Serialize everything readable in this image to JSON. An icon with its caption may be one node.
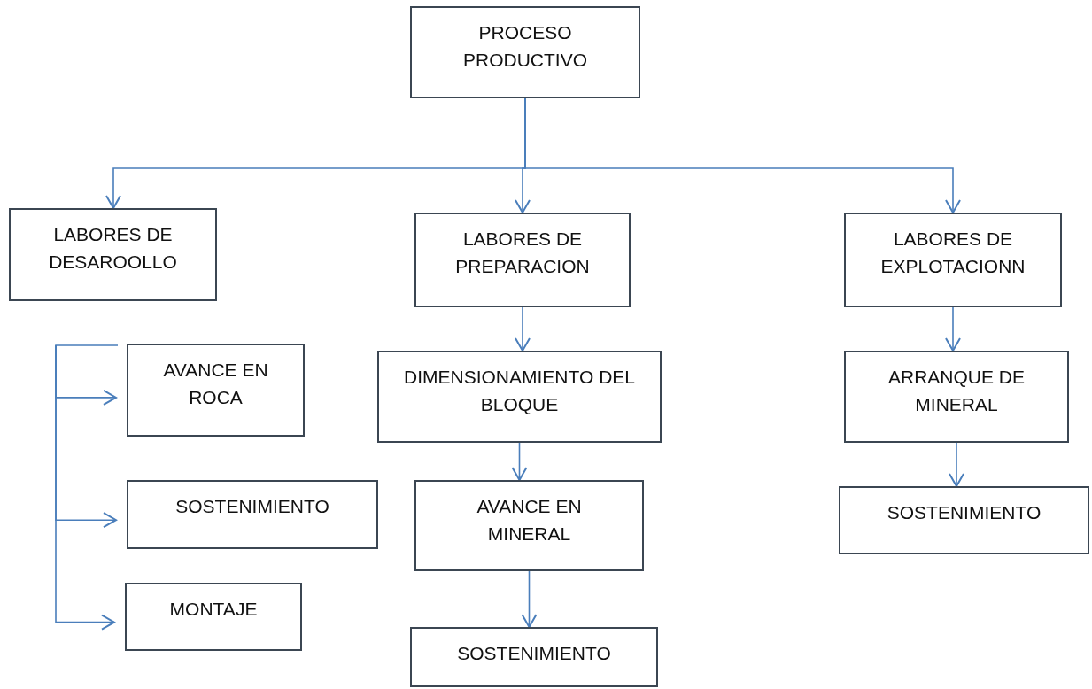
{
  "diagram": {
    "nodes": [
      {
        "text": [
          "PROCESO PRODUCTIVO"
        ]
      },
      {
        "text": [
          "LABORES DE DESAROOLLO"
        ]
      },
      {
        "text": [
          "LABORES DE PREPARACION"
        ]
      },
      {
        "text": [
          "LABORES DE EXPLOTACIONN"
        ]
      },
      {
        "text": [
          "AVANCE EN ROCA"
        ]
      },
      {
        "text": [
          "DIMENSIONAMIENTO DEL BLOQUE"
        ]
      },
      {
        "text": [
          "ARRANQUE DE MINERAL"
        ]
      },
      {
        "text": [
          "SOSTENIMIENTO"
        ]
      },
      {
        "text": [
          "AVANCE EN MINERAL"
        ]
      },
      {
        "text": [
          "SOSTENIMIENTO"
        ]
      },
      {
        "text": [
          "MONTAJE"
        ]
      },
      {
        "text": [
          "SOSTENIMIENTO"
        ]
      }
    ],
    "edges": [
      {
        "from": 0,
        "to": 1,
        "arrow": "to"
      },
      {
        "from": 0,
        "to": 2,
        "arrow": "to"
      },
      {
        "from": 0,
        "to": 3,
        "arrow": "to"
      },
      {
        "from": null,
        "to": 4,
        "arrow": "to"
      },
      {
        "from": null,
        "to": 7,
        "arrow": "to"
      },
      {
        "from": null,
        "to": 10,
        "arrow": "to"
      },
      {
        "from": 2,
        "to": 5,
        "arrow": "to"
      },
      {
        "from": 5,
        "to": 8,
        "arrow": "to"
      },
      {
        "from": 8,
        "to": 11,
        "arrow": "to"
      },
      {
        "from": 3,
        "to": 6,
        "arrow": "to"
      },
      {
        "from": 6,
        "to": 9,
        "arrow": "to"
      }
    ]
  }
}
